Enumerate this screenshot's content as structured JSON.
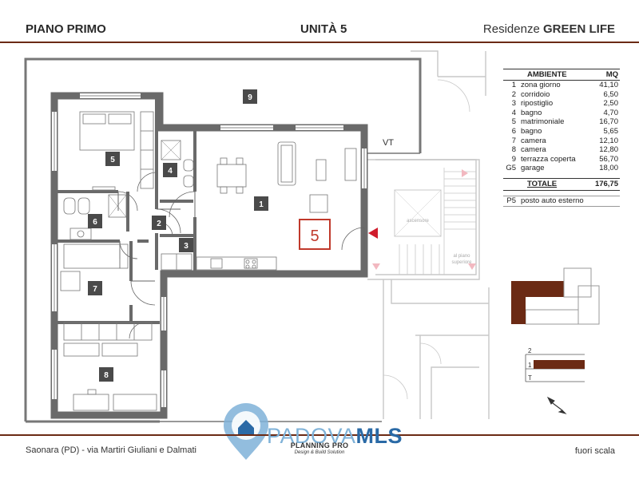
{
  "header": {
    "left": "PIANO PRIMO",
    "center": "UNITÀ 5",
    "right_prefix": "Residenze",
    "right_name": "GREEN LIFE"
  },
  "table": {
    "col_room": "AMBIENTE",
    "col_area": "MQ",
    "rows": [
      {
        "n": "1",
        "name": "zona giorno",
        "mq": "41,10"
      },
      {
        "n": "2",
        "name": "corridoio",
        "mq": "6,50"
      },
      {
        "n": "3",
        "name": "ripostiglio",
        "mq": "2,50"
      },
      {
        "n": "4",
        "name": "bagno",
        "mq": "4,70"
      },
      {
        "n": "5",
        "name": "matrimoniale",
        "mq": "16,70"
      },
      {
        "n": "6",
        "name": "bagno",
        "mq": "5,65"
      },
      {
        "n": "7",
        "name": "camera",
        "mq": "12,10"
      },
      {
        "n": "8",
        "name": "camera",
        "mq": "12,80"
      },
      {
        "n": "9",
        "name": "terrazza coperta",
        "mq": "56,70"
      },
      {
        "n": "G5",
        "name": "garage",
        "mq": "18,00"
      }
    ],
    "total_label": "TOTALE",
    "total_value": "176,75",
    "extra": {
      "n": "P5",
      "name": "posto auto esterno"
    }
  },
  "plan": {
    "unit_number": "5",
    "room_labels": [
      "1",
      "2",
      "3",
      "4",
      "5",
      "6",
      "7",
      "8",
      "9"
    ],
    "vt_label": "VT",
    "elevator_label": "ascensore",
    "stairs_label_1": "al piano",
    "stairs_label_2": "superiore",
    "accent_color": "#6b2a14",
    "unit_box_color": "#c0392b"
  },
  "floor_key": {
    "floor_2": "2",
    "floor_1": "1",
    "floor_t": "T"
  },
  "footer": {
    "address": "Saonara (PD) - via Martiri Giuliani e Dalmati",
    "scale": "fuori scala",
    "brand_1": "PLANNING PRO",
    "brand_2": "Design & Build Solution",
    "watermark_a": "PADOVA",
    "watermark_b": "MLS"
  }
}
